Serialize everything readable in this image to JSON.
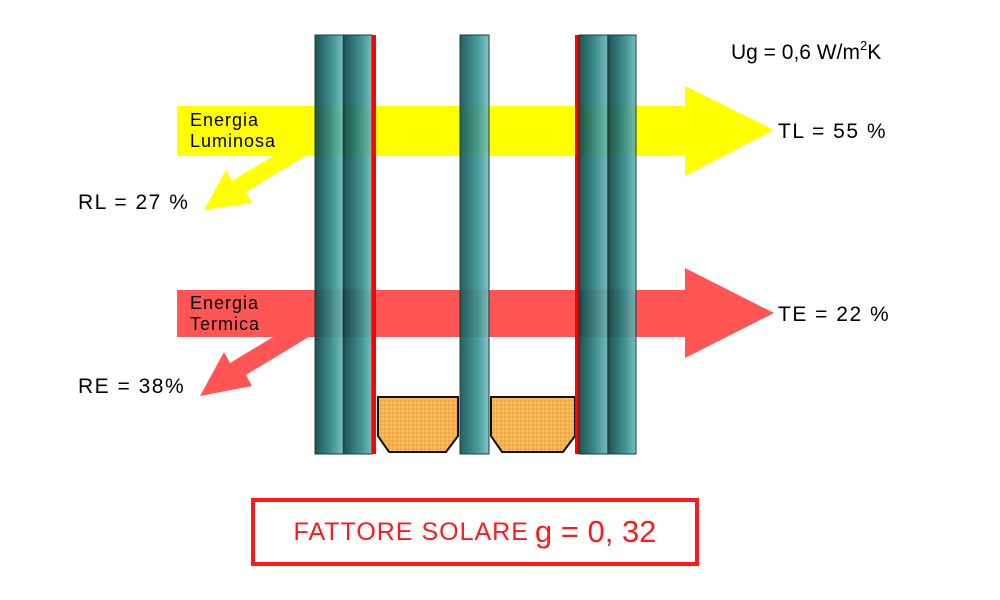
{
  "ug": {
    "prefix": "Ug = 0,6 W/m",
    "sup": "2",
    "suffix": "K"
  },
  "light": {
    "label_line1": "Energia",
    "label_line2": "Luminosa",
    "transmitted": "TL = 55 %",
    "reflected": "RL = 27 %",
    "color": "#ffff00"
  },
  "thermal": {
    "label_line1": "Energia",
    "label_line2": "Termica",
    "transmitted": "TE = 22 %",
    "reflected": "RE = 38%",
    "color": "#ff5555"
  },
  "solar_factor": {
    "label": "FATTORE SOLARE",
    "value": "g = 0, 32",
    "color": "#ff1a1a"
  },
  "colors": {
    "glass_dark": "#0e4a4a",
    "glass_light": "#5fb0b0",
    "low_e_coating": "#ff0000",
    "spacer": "#f5b04a"
  }
}
